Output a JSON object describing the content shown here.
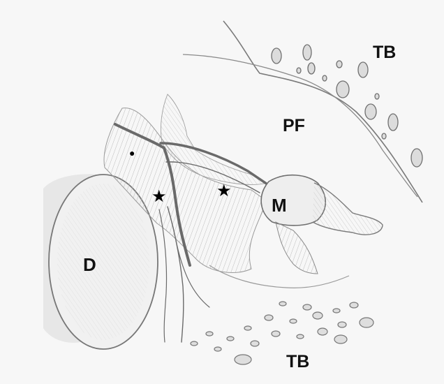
{
  "labels": {
    "tb_top": "TB",
    "pf": "PF",
    "m": "M",
    "d": "D",
    "tb_bottom": "TB"
  },
  "markers": {
    "star": "★",
    "dot": "●"
  },
  "colors": {
    "background": "#ffffff",
    "paper": "#f8f8f8",
    "pencil_dark": "#6e6e6e",
    "pencil_light": "#a8a8a8",
    "shade": "#d6d6d6",
    "text": "#111111"
  }
}
